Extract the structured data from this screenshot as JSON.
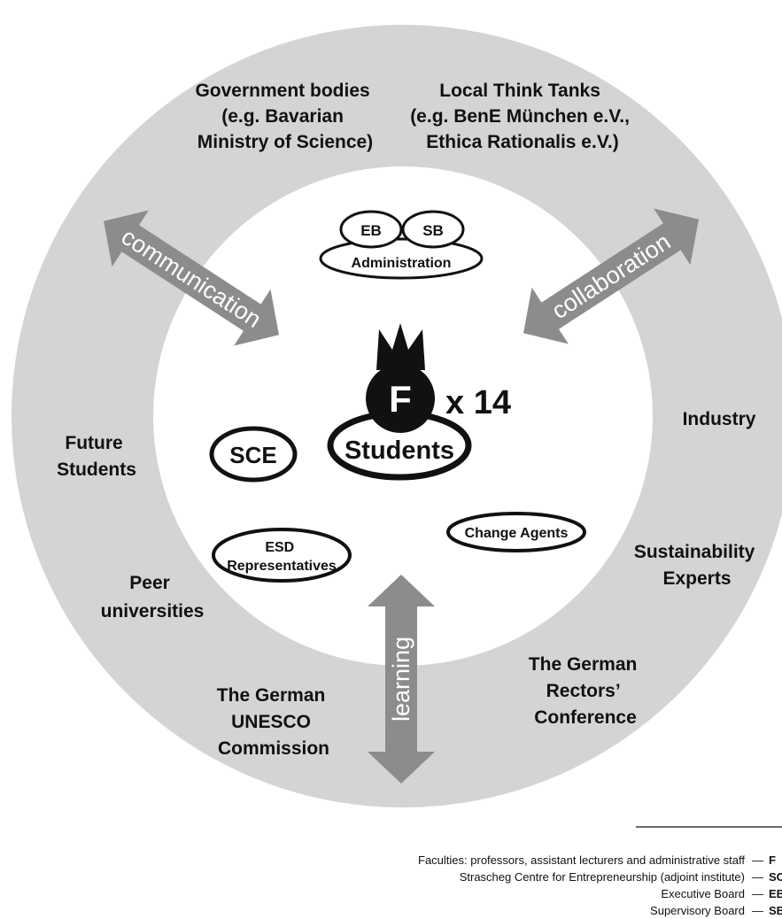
{
  "outer_ring": {
    "government": [
      "Government bodies",
      "(e.g. Bavarian",
      "Ministry of Science)"
    ],
    "think_tanks": [
      "Local Think Tanks",
      "(e.g. BenE München e.V.,",
      "Ethica Rationalis e.V.)"
    ],
    "industry": [
      "Industry"
    ],
    "future_students": [
      "Future",
      "Students"
    ],
    "sustainability_experts": [
      "Sustainability",
      "Experts"
    ],
    "peer_universities": [
      "Peer",
      "universities"
    ],
    "rectors_conference": [
      "The German",
      "Rectors’",
      "Conference"
    ],
    "unesco": [
      "The German",
      "UNESCO",
      "Commission"
    ]
  },
  "arrows": {
    "communication": "communication",
    "collaboration": "collaboration",
    "learning": "learning"
  },
  "inner": {
    "eb": "EB",
    "sb": "SB",
    "administration": "Administration",
    "faculty": "F",
    "multiplier": "x 14",
    "students": "Students",
    "sce": "SCE",
    "esd": [
      "ESD",
      "Representatives"
    ],
    "change_agents": "Change Agents"
  },
  "legend": [
    {
      "text": "Faculties:  professors, assistant lecturers and administrative staff",
      "code": "F"
    },
    {
      "text": "Strascheg Centre for Entrepreneurship (adjoint institute)",
      "code": "SC"
    },
    {
      "text": "Executive Board",
      "code": "EB"
    },
    {
      "text": "Supervisory Board",
      "code": "SB"
    }
  ],
  "colors": {
    "ring": "#d4d4d4",
    "arrow": "#8c8c8c",
    "ink": "#111111"
  }
}
